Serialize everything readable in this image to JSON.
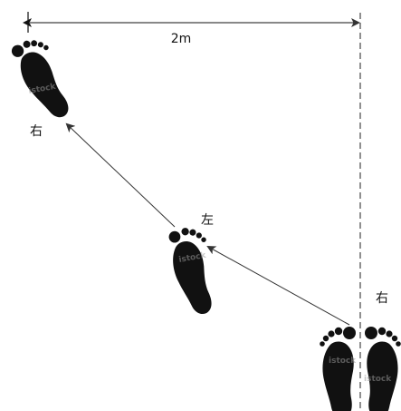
{
  "dimension": {
    "label": "2m"
  },
  "labels": {
    "top_left_foot": "右",
    "middle_foot": "左",
    "start_right": "右"
  },
  "watermark": "istock",
  "colors": {
    "ink": "#111111",
    "line": "#333333",
    "background": "#ffffff"
  }
}
